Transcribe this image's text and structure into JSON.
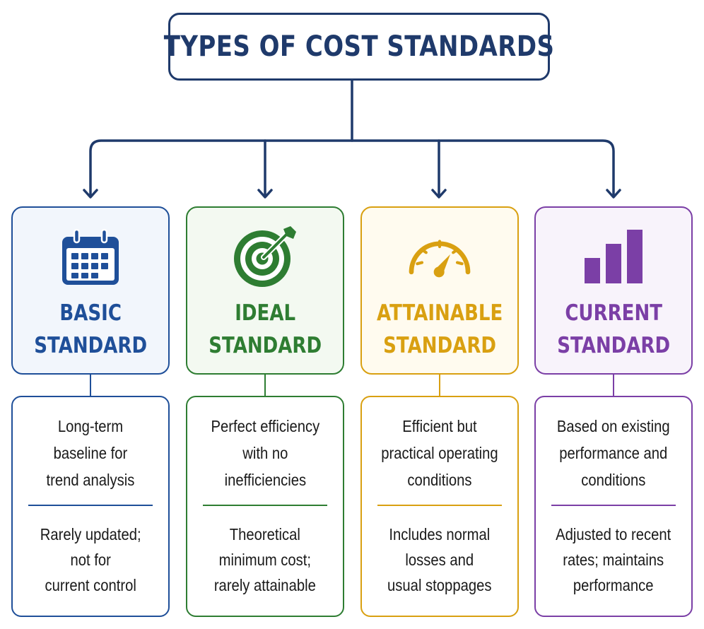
{
  "title": "TYPES OF COST STANDARDS",
  "standards": [
    {
      "key": "basic",
      "icon": "calendar-icon",
      "color": "#1f4f99",
      "title_lines": [
        "BASIC",
        "STANDARD"
      ],
      "description_lines": [
        "Long-term",
        "baseline for",
        "trend analysis"
      ],
      "note_lines": [
        "Rarely updated;",
        "not for",
        "current control"
      ]
    },
    {
      "key": "ideal",
      "icon": "target-icon",
      "color": "#2e7d32",
      "title_lines": [
        "IDEAL",
        "STANDARD"
      ],
      "description_lines": [
        "Perfect efficiency",
        "with no",
        "inefficiencies"
      ],
      "note_lines": [
        "Theoretical",
        "minimum cost;",
        "rarely attainable"
      ]
    },
    {
      "key": "attainable",
      "icon": "gauge-icon",
      "color": "#d9a011",
      "title_lines": [
        "ATTAINABLE",
        "STANDARD"
      ],
      "description_lines": [
        "Efficient but",
        "practical operating",
        "conditions"
      ],
      "note_lines": [
        "Includes normal",
        "losses and",
        "usual stoppages"
      ]
    },
    {
      "key": "current",
      "icon": "bar-chart-icon",
      "color": "#7b3fa6",
      "title_lines": [
        "CURRENT",
        "STANDARD"
      ],
      "description_lines": [
        "Based on existing",
        "performance and",
        "conditions"
      ],
      "note_lines": [
        "Adjusted to recent",
        "rates; maintains",
        "performance"
      ]
    }
  ]
}
